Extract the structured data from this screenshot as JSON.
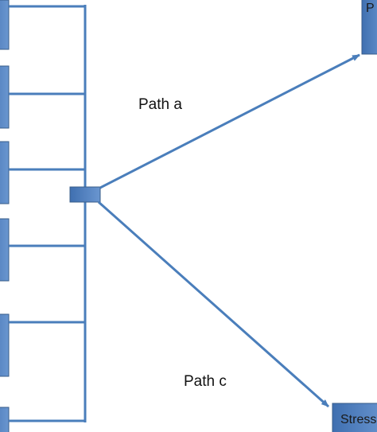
{
  "labels": {
    "path_a": "Path a",
    "path_c": "Path c"
  },
  "boxes": {
    "top_right": "P",
    "bottom_right": "Stress"
  },
  "colors": {
    "line": "#4a7ebb",
    "box_fill": "#4f81bd",
    "box_border": "#385d8a",
    "text": "#111111"
  }
}
